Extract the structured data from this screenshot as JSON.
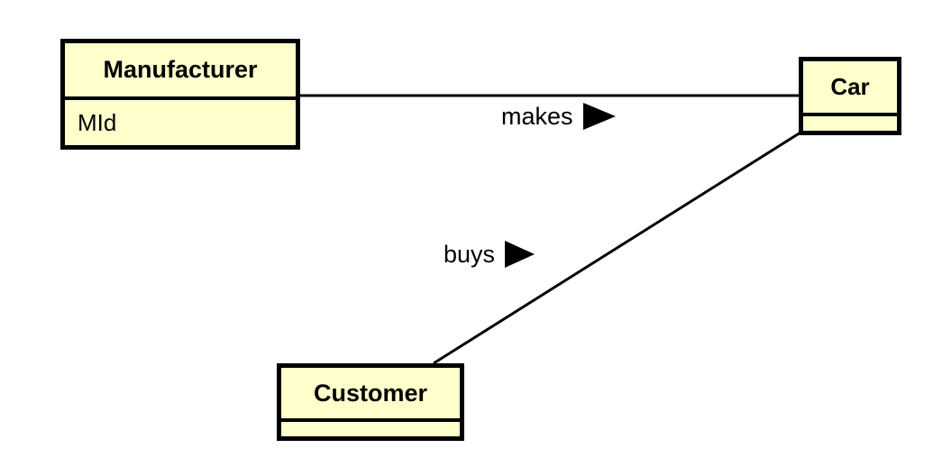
{
  "diagram": {
    "type": "uml-class-diagram",
    "title": "",
    "background_color": "#FFFFFF",
    "class_fill_color": "#FFFFCC",
    "line_color": "#000000",
    "classes": [
      {
        "id": "manufacturer",
        "name": "Manufacturer",
        "attributes": [
          "MId"
        ],
        "has_attribute_compartment": true
      },
      {
        "id": "car",
        "name": "Car",
        "attributes": [],
        "has_attribute_compartment": true
      },
      {
        "id": "customer",
        "name": "Customer",
        "attributes": [],
        "has_attribute_compartment": true
      }
    ],
    "associations": [
      {
        "id": "makes",
        "label": "makes",
        "from": "Manufacturer",
        "to": "Car",
        "direction_marker": "solid-right-triangle",
        "line_style": "solid-straight"
      },
      {
        "id": "buys",
        "label": "buys",
        "from": "Customer",
        "to": "Car",
        "direction_marker": "solid-right-triangle",
        "line_style": "solid-diagonal"
      }
    ]
  }
}
